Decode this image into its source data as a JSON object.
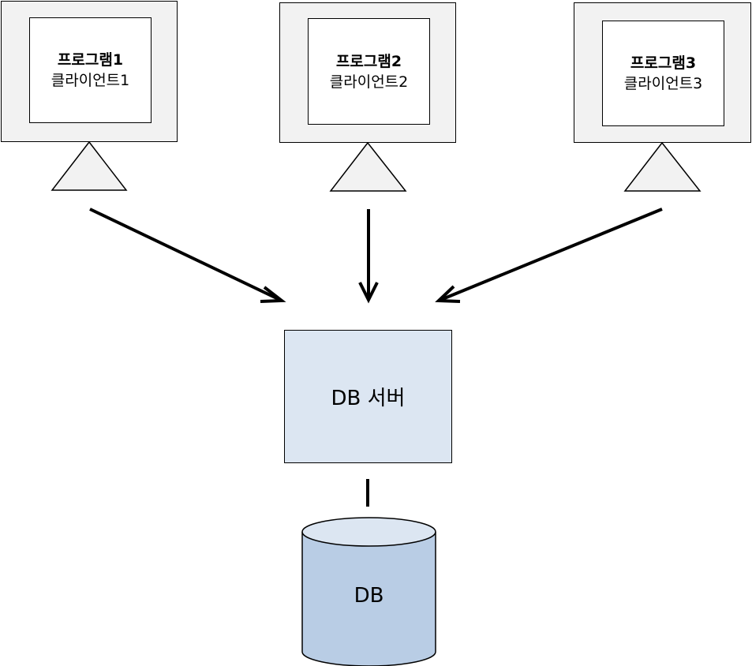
{
  "clients": [
    {
      "program": "프로그램1",
      "client": "클라이언트1"
    },
    {
      "program": "프로그램2",
      "client": "클라이언트2"
    },
    {
      "program": "프로그램3",
      "client": "클라이언트3"
    }
  ],
  "server": {
    "label": "DB 서버"
  },
  "database": {
    "label": "DB"
  },
  "colors": {
    "monitor_fill": "#f2f2f2",
    "screen_fill": "#ffffff",
    "server_fill": "#dce6f2",
    "db_fill": "#b9cde5",
    "db_top_fill": "#dce6f2",
    "stroke": "#000000"
  }
}
